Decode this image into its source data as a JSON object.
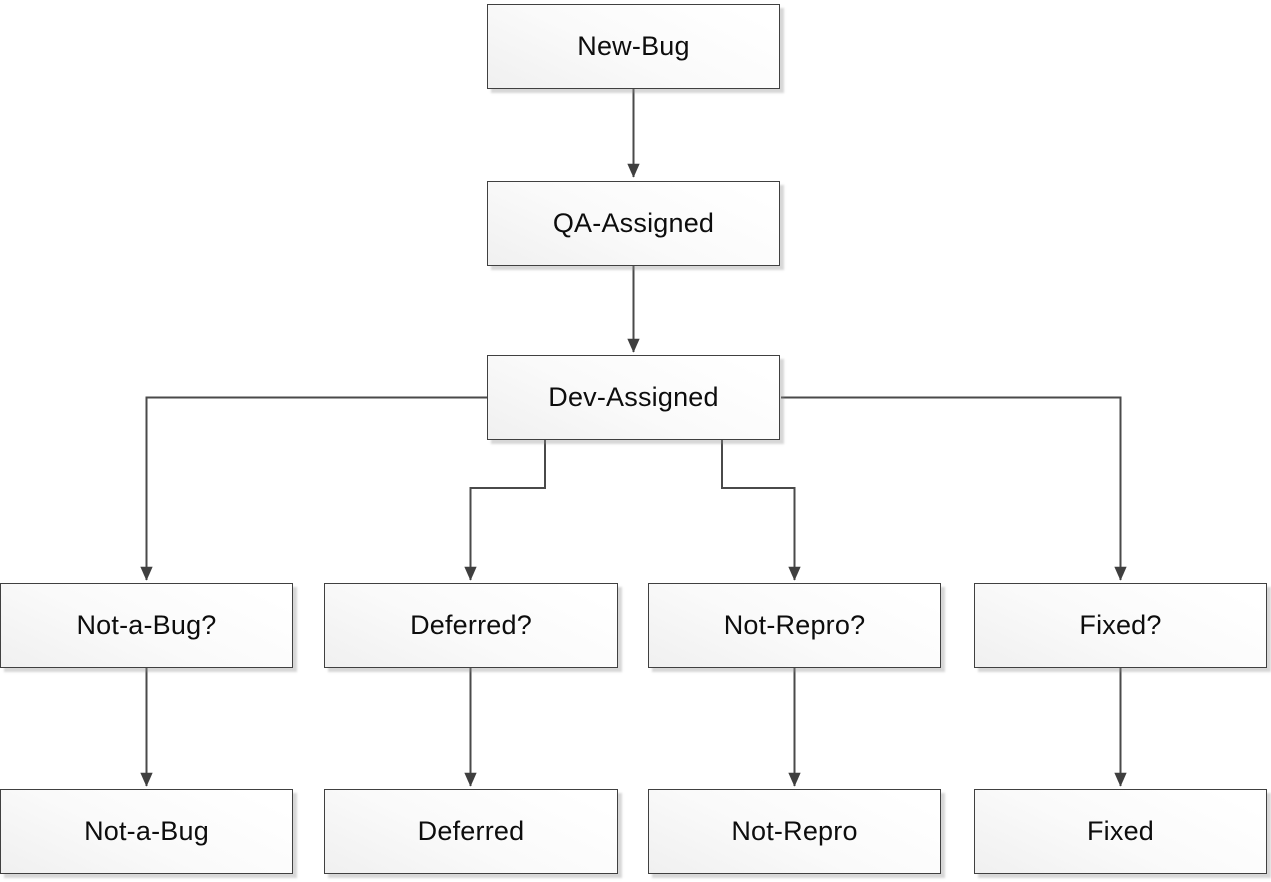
{
  "diagram": {
    "type": "flowchart",
    "description": "Bug lifecycle workflow",
    "nodes": [
      {
        "id": "new-bug",
        "label": "New-Bug"
      },
      {
        "id": "qa-assigned",
        "label": "QA-Assigned"
      },
      {
        "id": "dev-assigned",
        "label": "Dev-Assigned"
      },
      {
        "id": "not-a-bug-question",
        "label": "Not-a-Bug?"
      },
      {
        "id": "deferred-question",
        "label": "Deferred?"
      },
      {
        "id": "not-repro-question",
        "label": "Not-Repro?"
      },
      {
        "id": "fixed-question",
        "label": "Fixed?"
      },
      {
        "id": "not-a-bug",
        "label": "Not-a-Bug"
      },
      {
        "id": "deferred",
        "label": "Deferred"
      },
      {
        "id": "not-repro",
        "label": "Not-Repro"
      },
      {
        "id": "fixed",
        "label": "Fixed"
      }
    ],
    "edges": [
      {
        "from": "new-bug",
        "to": "qa-assigned"
      },
      {
        "from": "qa-assigned",
        "to": "dev-assigned"
      },
      {
        "from": "dev-assigned",
        "to": "not-a-bug-question"
      },
      {
        "from": "dev-assigned",
        "to": "deferred-question"
      },
      {
        "from": "dev-assigned",
        "to": "not-repro-question"
      },
      {
        "from": "dev-assigned",
        "to": "fixed-question"
      },
      {
        "from": "not-a-bug-question",
        "to": "not-a-bug"
      },
      {
        "from": "deferred-question",
        "to": "deferred"
      },
      {
        "from": "not-repro-question",
        "to": "not-repro"
      },
      {
        "from": "fixed-question",
        "to": "fixed"
      }
    ],
    "style": {
      "node_border_color": "#404040",
      "node_fill_top": "#ffffff",
      "node_fill_bottom": "#f0f0f0",
      "connector_color": "#4a4a4a",
      "arrowhead_color": "#3f3f3f",
      "shadow_color": "#d9d9d9",
      "text_color": "#0d0d0d",
      "background_color": "#ffffff"
    }
  }
}
